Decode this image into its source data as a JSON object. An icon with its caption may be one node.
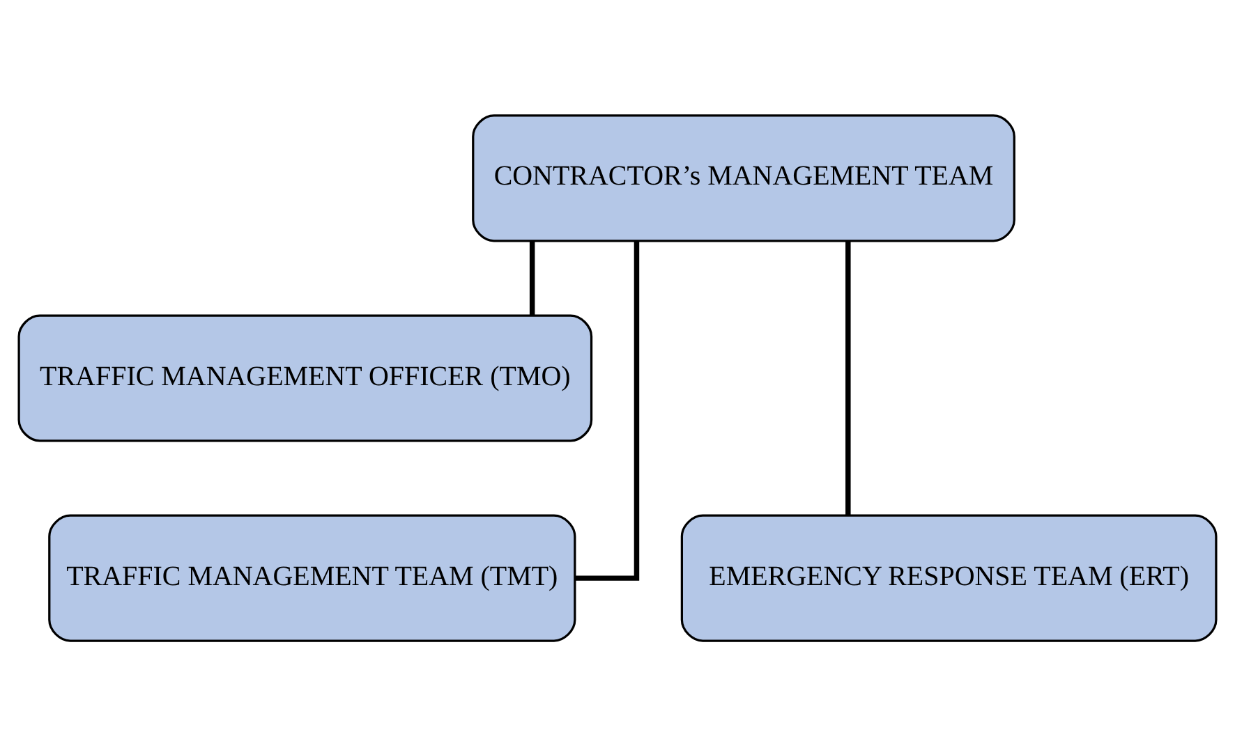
{
  "diagram": {
    "nodes": [
      {
        "text": [
          "CONTRACTOR’s MANAGEMENT TEAM"
        ]
      },
      {
        "text": [
          "TRAFFIC MANAGEMENT OFFICER (TMO)"
        ]
      },
      {
        "text": [
          "TRAFFIC MANAGEMENT TEAM (TMT)"
        ]
      },
      {
        "text": [
          "EMERGENCY RESPONSE TEAM (ERT)"
        ]
      }
    ],
    "edges": [
      {
        "from": 0,
        "to": 1,
        "arrow": "none"
      },
      {
        "from": 0,
        "to": 2,
        "arrow": "none"
      },
      {
        "from": 0,
        "to": 3,
        "arrow": "none"
      }
    ]
  }
}
